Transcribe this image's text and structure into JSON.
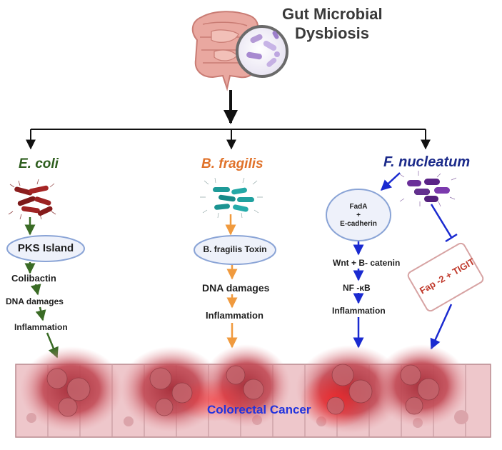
{
  "title": {
    "line1": "Gut Microbial",
    "line2": "Dysbiosis"
  },
  "colors": {
    "ecoli": "#2e5e1e",
    "bfragilis": "#e0722a",
    "fnucleatum": "#1b2a8a",
    "arrow_green": "#3a6b25",
    "arrow_orange": "#f09a3e",
    "arrow_blue": "#1a2ad0",
    "oval_border": "#8aa4d6",
    "tigit_border": "#d7a3a3",
    "tigit_text": "#c0392b",
    "tissue": "#b8545c",
    "cancer_text": "#2233dd"
  },
  "branches": {
    "ecoli": {
      "name": "E. coli",
      "oval": "PKS Island",
      "steps": [
        "Colibactin",
        "DNA damages",
        "Inflammation"
      ]
    },
    "bfragilis": {
      "name": "B. fragilis",
      "oval": "B. fragilis Toxin",
      "steps": [
        "DNA damages",
        "Inflammation"
      ]
    },
    "fnucleatum": {
      "name": "F. nucleatum",
      "oval_line1": "FadA",
      "oval_line2": "+",
      "oval_line3": "E-cadherin",
      "steps": [
        "Wnt + B- catenin",
        "NF -κB",
        "Inflammation"
      ],
      "box": "Fap -2 + TIGIT"
    }
  },
  "cancer_label": "Colorectal Cancer",
  "icons": {
    "gut": "colon-icon",
    "microbes": "bacteria-magnifier-icon",
    "ecoli_bacteria": "rod-bacteria-icon",
    "bfragilis_bacteria": "rod-bacteria-icon",
    "fnucleatum_bacteria": "rod-bacteria-icon",
    "tissue": "colorectal-tissue-icon"
  }
}
